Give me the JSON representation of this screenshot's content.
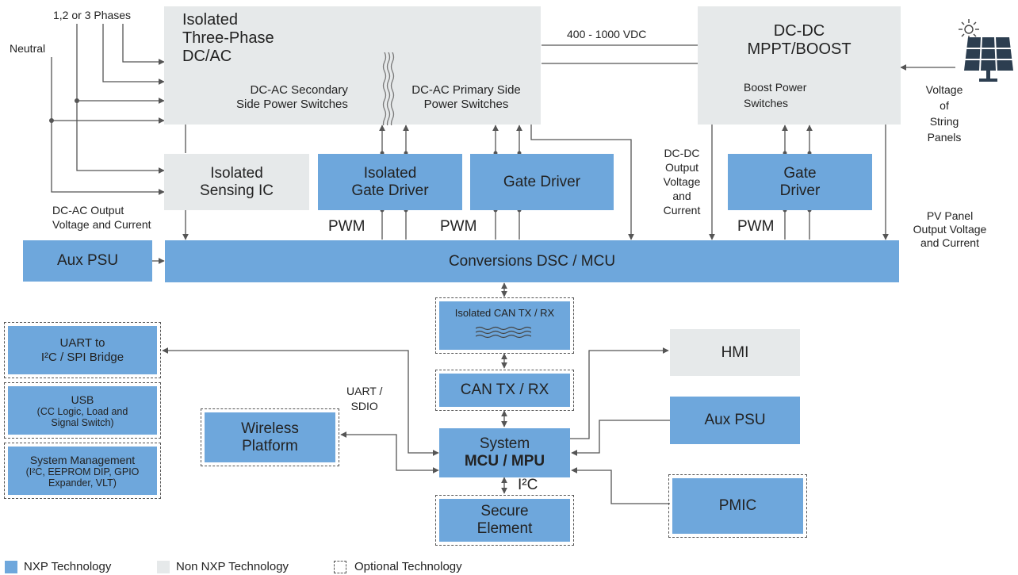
{
  "inputs": {
    "phases": "1,2 or 3 Phases",
    "neutral": "Neutral",
    "dc_bus": "400 - 1000 VDC",
    "voltage_of_string_panels": [
      "Voltage",
      "of",
      "String",
      "Panels"
    ]
  },
  "dcac": {
    "title": [
      "Isolated",
      "Three-Phase",
      "DC/AC"
    ],
    "secondary": [
      "DC-AC Secondary",
      "Side Power Switches"
    ],
    "primary": [
      "DC-AC Primary Side",
      "Power Switches"
    ]
  },
  "dcdc": {
    "title": [
      "DC-DC",
      "MPPT/BOOST"
    ],
    "switches": [
      "Boost Power",
      "Switches"
    ]
  },
  "blocks": {
    "isolated_sensing": [
      "Isolated",
      "Sensing IC"
    ],
    "isolated_gate_driver": [
      "Isolated",
      "Gate Driver"
    ],
    "gate_driver_1": "Gate Driver",
    "gate_driver_2": [
      "Gate",
      "Driver"
    ],
    "aux_psu_top": "Aux PSU",
    "conversions": "Conversions DSC / MCU",
    "isolated_can": "Isolated CAN TX / RX",
    "can": "CAN TX / RX",
    "system_line1": "System",
    "system_line2": "MCU / MPU",
    "secure_element": [
      "Secure",
      "Element"
    ],
    "hmi": "HMI",
    "aux_psu_bottom": "Aux PSU",
    "pmic": "PMIC",
    "wireless": [
      "Wireless",
      "Platform"
    ],
    "uart_bridge": [
      "UART to",
      "I²C / SPI Bridge"
    ],
    "usb": [
      "USB",
      "(CC Logic, Load and",
      "Signal Switch)"
    ],
    "system_mgmt": [
      "System Management",
      "(I²C, EEPROM DIP, GPIO",
      "Expander, VLT)"
    ]
  },
  "labels": {
    "dcac_output": [
      "DC-AC Output",
      "Voltage and Current"
    ],
    "pwm": "PWM",
    "dcdc_output": [
      "DC-DC",
      "Output",
      "Voltage",
      "and",
      "Current"
    ],
    "pv_output": [
      "PV Panel",
      "Output Voltage",
      "and Current"
    ],
    "uart_sdio": [
      "UART /",
      "SDIO"
    ],
    "i2c": "I²C"
  },
  "legend": {
    "nxp": "NXP Technology",
    "non_nxp": "Non NXP Technology",
    "optional": "Optional Technology"
  },
  "colors": {
    "nxp_blue": "#6ea7dc",
    "non_nxp_gray": "#e6e9ea",
    "line": "#555555"
  },
  "icons": [
    "sun-icon",
    "solar-panel-icon",
    "isolation-barrier-icon",
    "isolation-wave-icon"
  ]
}
